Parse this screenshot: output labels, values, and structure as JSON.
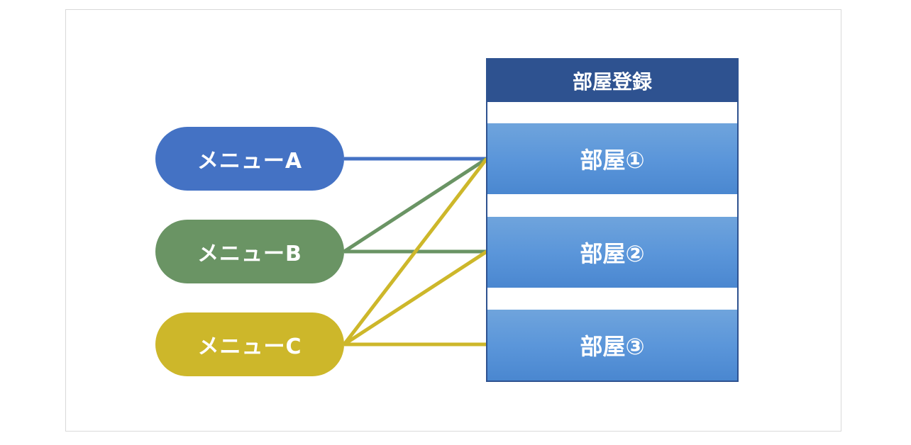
{
  "menus": [
    {
      "label": "メニューA",
      "color": "#4472c4"
    },
    {
      "label": "メニューB",
      "color": "#6a9464"
    },
    {
      "label": "メニューC",
      "color": "#cdb72a"
    }
  ],
  "registration": {
    "title": "部屋登録",
    "header_color": "#2e5290",
    "rooms": [
      {
        "label": "部屋①"
      },
      {
        "label": "部屋②"
      },
      {
        "label": "部屋③"
      }
    ]
  },
  "connections": [
    {
      "from": "メニューA",
      "to": "部屋①",
      "color": "#4472c4"
    },
    {
      "from": "メニューB",
      "to": "部屋①",
      "color": "#6a9464"
    },
    {
      "from": "メニューB",
      "to": "部屋②",
      "color": "#6a9464"
    },
    {
      "from": "メニューC",
      "to": "部屋①",
      "color": "#cdb72a"
    },
    {
      "from": "メニューC",
      "to": "部屋②",
      "color": "#cdb72a"
    },
    {
      "from": "メニューC",
      "to": "部屋③",
      "color": "#cdb72a"
    }
  ]
}
